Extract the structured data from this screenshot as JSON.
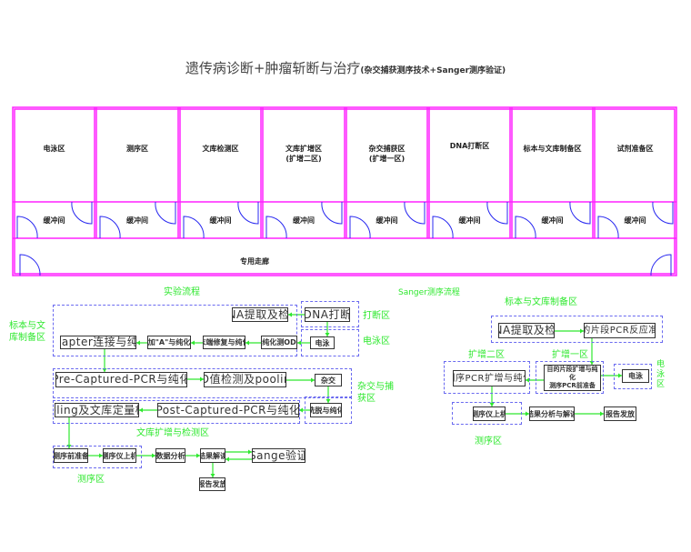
{
  "title": {
    "main": "遗传病诊断+肿瘤斩断与治疗",
    "sub": "(杂交捕获测序技术+Sanger测序验证)"
  },
  "floorplan": {
    "rooms": [
      "电泳区",
      "测序区",
      "文库检测区",
      "文库扩增区\n(扩增二区)",
      "杂交捕获区\n(扩增一区)",
      "DNA打断区",
      "标本与文库制备区",
      "试剂准备区"
    ],
    "buffer_label": "缓冲间",
    "corridor_label": "专用走廊"
  },
  "experiment_flow": {
    "title": "实验流程",
    "zones": {
      "sample_prep": "标本与文\n库制备区",
      "fragment": "打断区",
      "electrophoresis": "电泳区",
      "hybrid": "杂交与捕\n获区",
      "amplify": "文库扩增与检测区",
      "sequencing": "测序区"
    },
    "steps": {
      "dna_extract": "DNA提取及检测",
      "dna_fragment": "DNA打断",
      "electro": "电泳",
      "purify_od": "纯化测OD",
      "end_repair": "末端修复与纯化",
      "add_a": "加\"A\"与纯化",
      "adapter": "Adapter连接与纯化",
      "pre_pcr": "Pre-Captured-PCR与纯化",
      "od_pooling": "OD值检测及pooling",
      "hybridize": "杂交",
      "elute": "洗脱与纯化",
      "post_pcr": "Post-Captured-PCR与纯化",
      "pooling_quant": "Pooling及文库定量检测",
      "seq_prep": "测序前准备",
      "seq_run": "测序仪上机",
      "data_analysis": "数据分析",
      "interpret": "结果解读",
      "sanger_verify": "Sange验证",
      "report": "报告发放"
    }
  },
  "sanger_flow": {
    "title": "Sanger测序流程",
    "zones": {
      "sample_prep": "标本与文库制备区",
      "amp2": "扩增二区",
      "amp1": "扩增一区",
      "electrophoresis": "电\n泳\n区",
      "sequencing": "测序区"
    },
    "steps": {
      "dna_extract": "DNA提取及检测",
      "pcr_prep": "目的片段PCR反应准备",
      "seq_pcr": "测序PCR扩增与纯化",
      "amp_purify": "目的片段扩增与纯化\n测序PCR前准备",
      "electro": "电泳",
      "seq_run": "测序仪上机",
      "analysis": "结果分析与解读",
      "report": "报告发放"
    }
  },
  "colors": {
    "wall": "#ff22ff",
    "door": "#2a2af0",
    "arrow": "#2ee82e",
    "zone": "#6a6af0"
  }
}
